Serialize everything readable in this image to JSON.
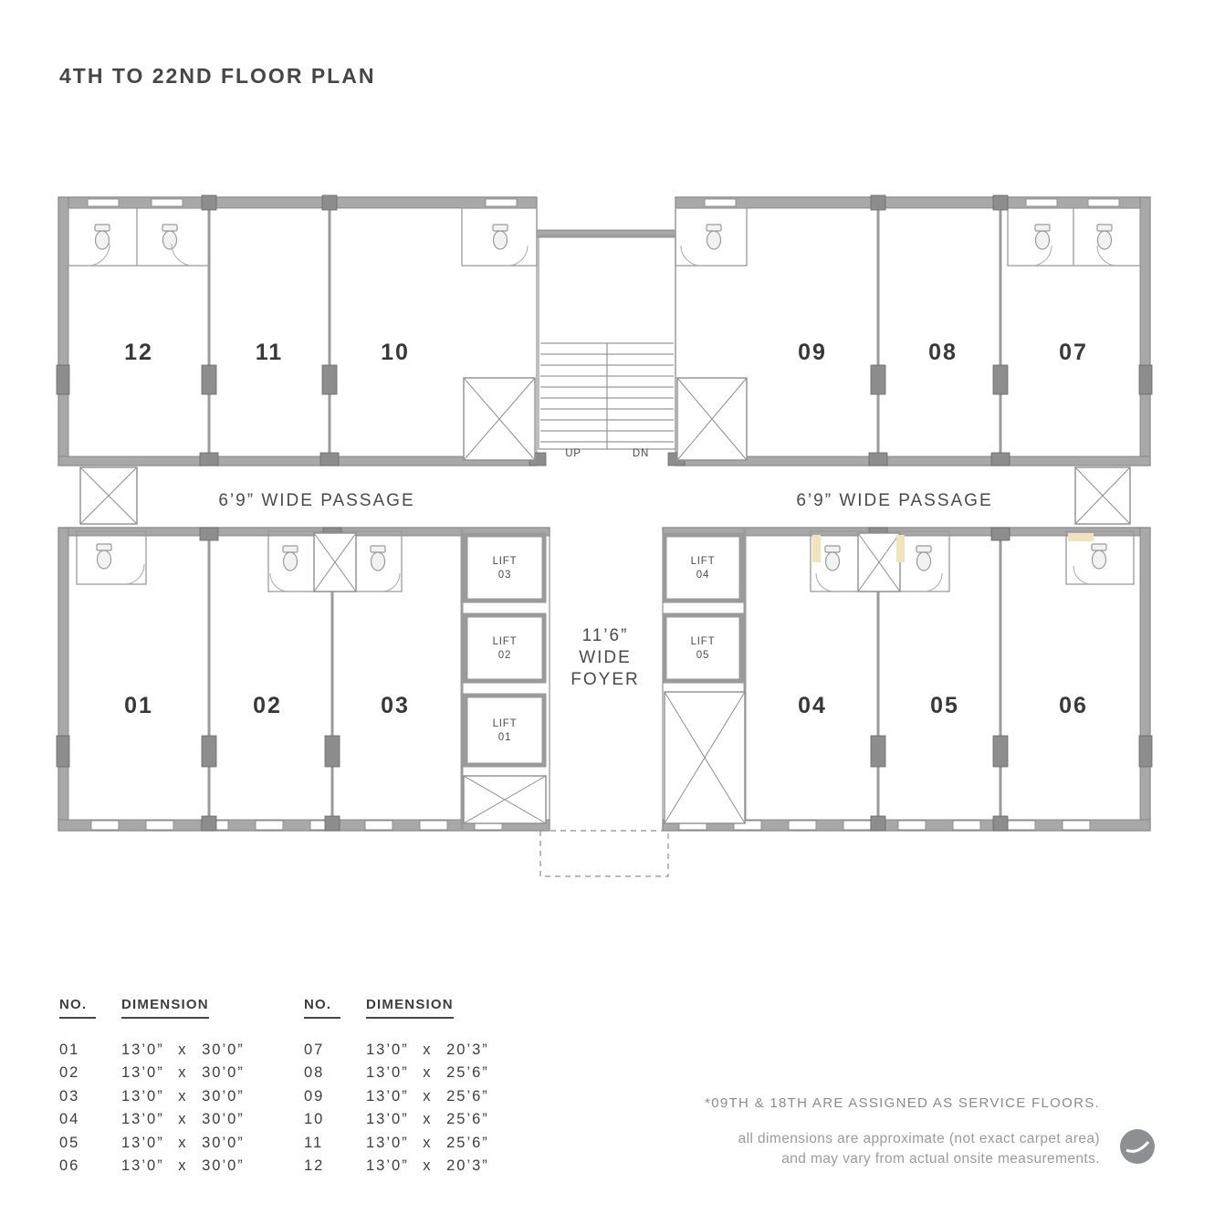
{
  "title": "4TH TO 22ND FLOOR PLAN",
  "plan": {
    "units": [
      {
        "id": "12"
      },
      {
        "id": "11"
      },
      {
        "id": "10"
      },
      {
        "id": "09"
      },
      {
        "id": "08"
      },
      {
        "id": "07"
      },
      {
        "id": "01"
      },
      {
        "id": "02"
      },
      {
        "id": "03"
      },
      {
        "id": "04"
      },
      {
        "id": "05"
      },
      {
        "id": "06"
      }
    ],
    "passage_left": "6’9” WIDE PASSAGE",
    "passage_right": "6’9” WIDE PASSAGE",
    "foyer": {
      "line1": "11’6”",
      "line2": "WIDE",
      "line3": "FOYER"
    },
    "stairs": {
      "up": "UP",
      "dn": "DN"
    },
    "lifts": [
      {
        "name": "LIFT",
        "num": "03"
      },
      {
        "name": "LIFT",
        "num": "02"
      },
      {
        "name": "LIFT",
        "num": "01"
      },
      {
        "name": "LIFT",
        "num": "04"
      },
      {
        "name": "LIFT",
        "num": "05"
      }
    ]
  },
  "table": {
    "no_header": "NO.",
    "dim_header": "DIMENSION",
    "left_rows": [
      {
        "no": "01",
        "dim": "13’0” x 30’0”"
      },
      {
        "no": "02",
        "dim": "13’0” x 30’0”"
      },
      {
        "no": "03",
        "dim": "13’0” x 30’0”"
      },
      {
        "no": "04",
        "dim": "13’0” x 30’0”"
      },
      {
        "no": "05",
        "dim": "13’0” x 30’0”"
      },
      {
        "no": "06",
        "dim": "13’0” x 30’0”"
      }
    ],
    "right_rows": [
      {
        "no": "07",
        "dim": "13’0” x 20’3”"
      },
      {
        "no": "08",
        "dim": "13’0” x 25’6”"
      },
      {
        "no": "09",
        "dim": "13’0” x 25’6”"
      },
      {
        "no": "10",
        "dim": "13’0” x 25’6”"
      },
      {
        "no": "11",
        "dim": "13’0” x 25’6”"
      },
      {
        "no": "12",
        "dim": "13’0” x 20’3”"
      }
    ]
  },
  "notes": {
    "service": "*09TH & 18TH ARE ASSIGNED AS SERVICE FLOORS.",
    "disclaimer1": "all dimensions are approximate (not exact carpet area)",
    "disclaimer2": "and may vary from actual onsite measurements."
  }
}
